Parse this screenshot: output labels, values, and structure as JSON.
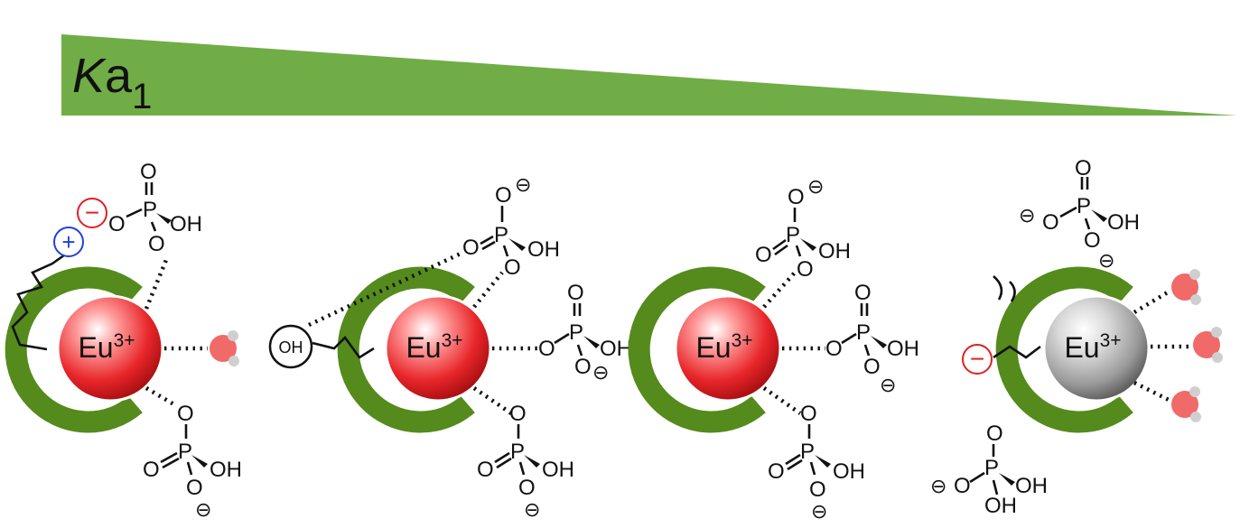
{
  "header": {
    "ka_symbol": "K",
    "ka_label": "a",
    "ka_subscript": "1",
    "wedge_color": "#70ad47"
  },
  "colors": {
    "ligand_green": "#548b1c",
    "europium_red": "#e8262a",
    "europium_gray": "#9a9a9a",
    "water_oxygen": "#f06a6a",
    "water_hydrogen": "#cfcfcf",
    "anion_red": "#e02020",
    "cation_blue": "#2040e0"
  },
  "labels": {
    "eu_symbol": "Eu",
    "eu_charge": "3+",
    "oh_group": "OH",
    "minus": "−",
    "plus": "+"
  },
  "phosphate_atoms": {
    "o": "O",
    "p": "P",
    "oh": "OH",
    "minus": "⊖"
  },
  "complexes": [
    {
      "id": "complex-1",
      "ion_state": "emissive"
    },
    {
      "id": "complex-2",
      "ion_state": "emissive"
    },
    {
      "id": "complex-3",
      "ion_state": "emissive"
    },
    {
      "id": "complex-4",
      "ion_state": "quenched"
    }
  ]
}
